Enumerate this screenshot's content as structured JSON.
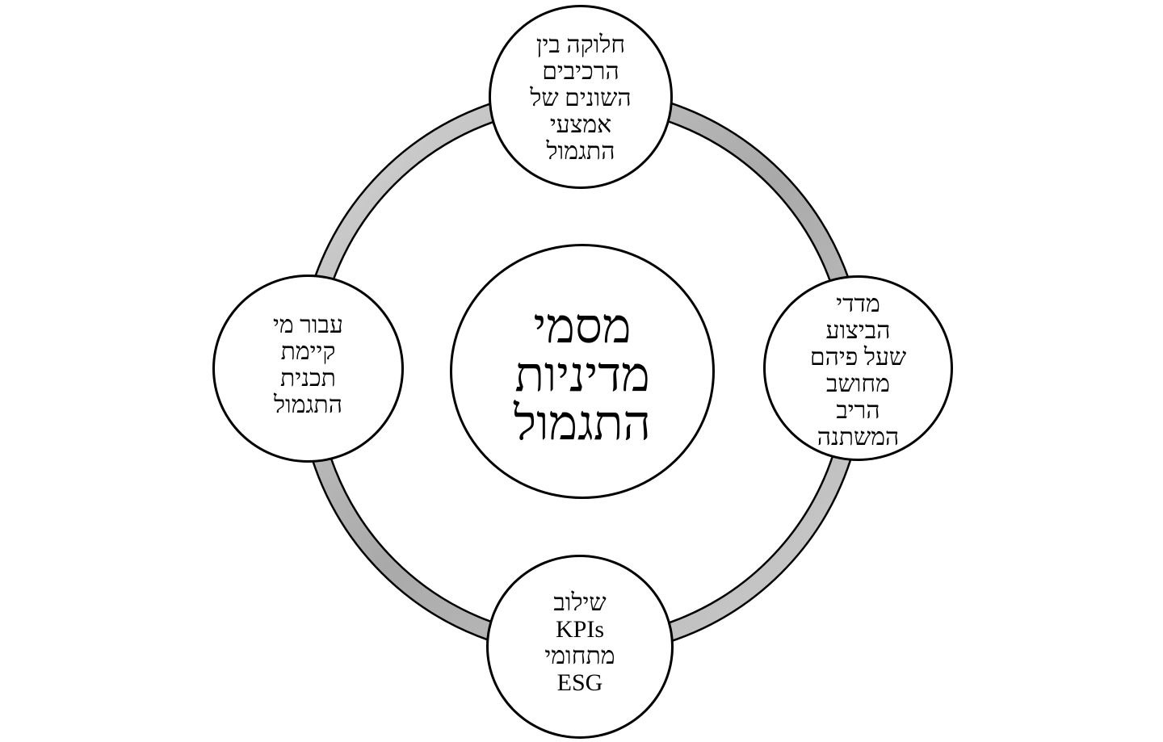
{
  "diagram": {
    "center": {
      "lines": [
        "מסמי",
        "מדיניות",
        "התגמול"
      ]
    },
    "top": {
      "lines": [
        "חלוקה בין",
        "הרכיבים",
        "השונים של",
        "אמצעי",
        "התגמול"
      ]
    },
    "right": {
      "lines": [
        "מדדי",
        "הביצוע",
        "שעל פיהם",
        "מחושב",
        "הריב",
        "המשתנה"
      ]
    },
    "bottom": {
      "lines": [
        "שילוב",
        "KPIs",
        "מתחומי",
        "ESG"
      ]
    },
    "left": {
      "lines": [
        "עבור מי",
        "קיימת",
        "תכנית",
        "התגמול"
      ]
    }
  },
  "colors": {
    "ring_fill": "#b8b8b8",
    "ring_outline": "#000000",
    "node_fill": "#ffffff",
    "node_border": "#000000"
  }
}
